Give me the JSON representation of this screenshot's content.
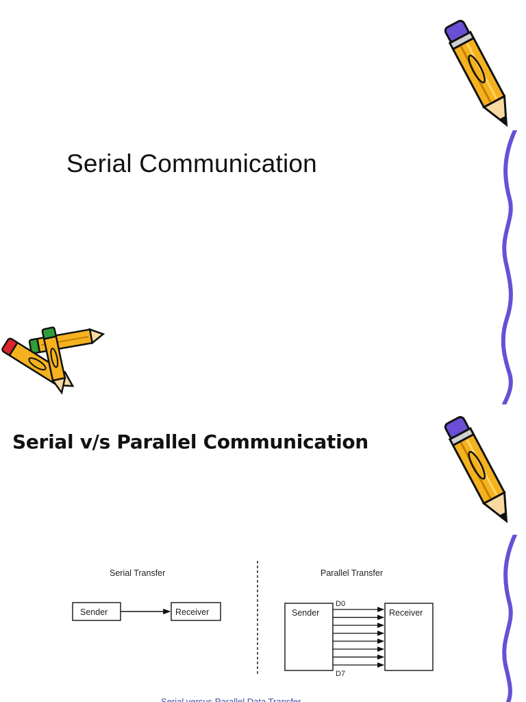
{
  "slides": [
    {
      "title": "Serial Communication",
      "decorations": [
        "pencil-icon",
        "squiggle-border",
        "crossed-pencils-icon"
      ]
    },
    {
      "title": "Serial v/s Parallel Communication",
      "decorations": [
        "pencil-icon",
        "squiggle-border"
      ],
      "diagram": {
        "serial": {
          "heading": "Serial Transfer",
          "sender": "Sender",
          "receiver": "Receiver"
        },
        "parallel": {
          "heading": "Parallel Transfer",
          "sender": "Sender",
          "receiver": "Receiver",
          "first_line_label": "D0",
          "last_line_label": "D7",
          "line_count": 8
        },
        "caption": "Serial versus Parallel Data Transfer"
      }
    }
  ],
  "colors": {
    "pencil_body": "#f5b21f",
    "pencil_outline": "#111111",
    "eraser_purple": "#6a4fd6",
    "squiggle": "#6a4fd6",
    "eraser_green": "#2f9e3a",
    "eraser_red": "#d8262a",
    "caption": "#3a4fa8"
  }
}
